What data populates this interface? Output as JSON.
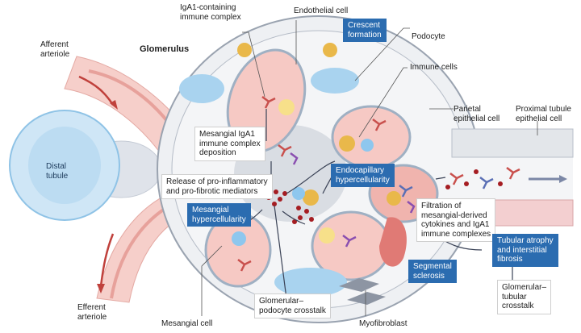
{
  "title": "Glomerulus",
  "colors": {
    "accent_blue": "#2b6cb0",
    "vessel_pink": "#f1b9b3",
    "vessel_dark": "#d77a74",
    "podocyte_blue": "#a9d3ef",
    "tubule_blue": "#bfe0f5",
    "mesangium_gray": "#d9dde3",
    "capsule_gray": "#e9ecef",
    "immune_yellow": "#f2c94c",
    "mediator_red": "#a51d22",
    "arrow_dark": "#3a4256"
  },
  "labels": {
    "afferent": "Afferent\narteriole",
    "efferent": "Efferent\narteriole",
    "distal": "Distal\ntubule",
    "glomerulus": "Glomerulus",
    "iga1_complex": "IgA1-containing\nimmune complex",
    "endothelial": "Endothelial cell",
    "podocyte": "Podocyte",
    "immune_cells": "Immune cells",
    "parietal": "Parietal\nepithelial cell",
    "proximal": "Proximal tubule\nepithelial cell",
    "mesangial_cell": "Mesangial cell",
    "myofibroblast": "Myofibroblast"
  },
  "white_boxes": {
    "mesangial_deposition": "Mesangial IgA1\nimmune complex\ndeposition",
    "release": "Release of pro-inflammatory\nand pro-fibrotic mediators",
    "filtration": "Filtration of\nmesangial-derived\ncytokines and  IgA1\nimmune complexes",
    "glom_podocyte": "Glomerular–\npodocyte crosstalk",
    "glom_tubular": "Glomerular–\ntubular\ncrosstalk"
  },
  "blue_boxes": {
    "crescent": "Crescent\nformation",
    "endocapillary": "Endocapillary\nhypercellularity",
    "mesangial_hyper": "Mesangial\nhypercellularity",
    "tubular_atrophy": "Tubular atrophy\nand interstitial\nfibrosis",
    "segmental": "Segmental\nsclerosis"
  }
}
